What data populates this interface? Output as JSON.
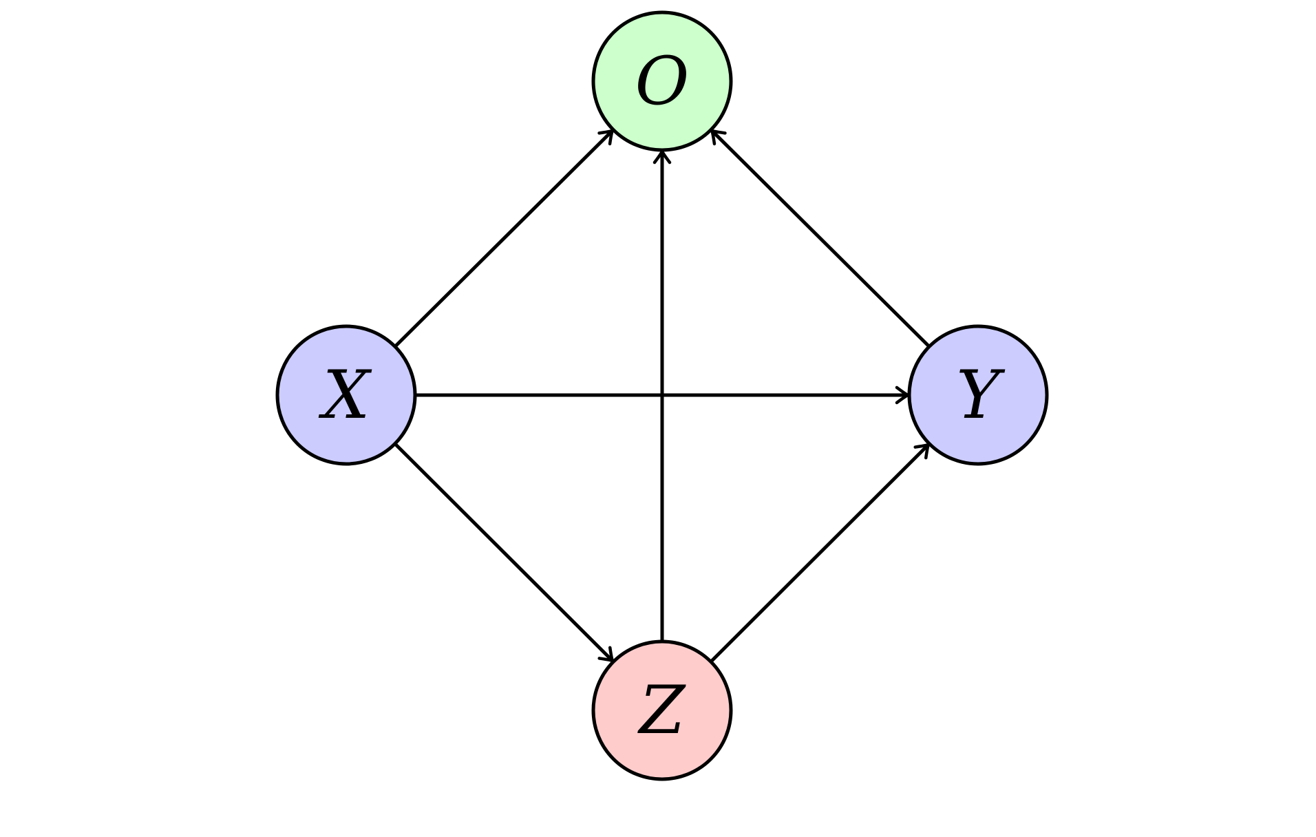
{
  "diagram": {
    "nodes": [
      {
        "id": "O",
        "label": "O",
        "color": "#ccffcc"
      },
      {
        "id": "X",
        "label": "X",
        "color": "#ccccff"
      },
      {
        "id": "Y",
        "label": "Y",
        "color": "#ccccff"
      },
      {
        "id": "Z",
        "label": "Z",
        "color": "#ffcccc"
      }
    ],
    "edges": [
      {
        "from": "X",
        "to": "O"
      },
      {
        "from": "Z",
        "to": "O"
      },
      {
        "from": "Y",
        "to": "O"
      },
      {
        "from": "X",
        "to": "Y"
      },
      {
        "from": "X",
        "to": "Z"
      },
      {
        "from": "Z",
        "to": "Y"
      }
    ],
    "stroke_color": "#000000"
  }
}
